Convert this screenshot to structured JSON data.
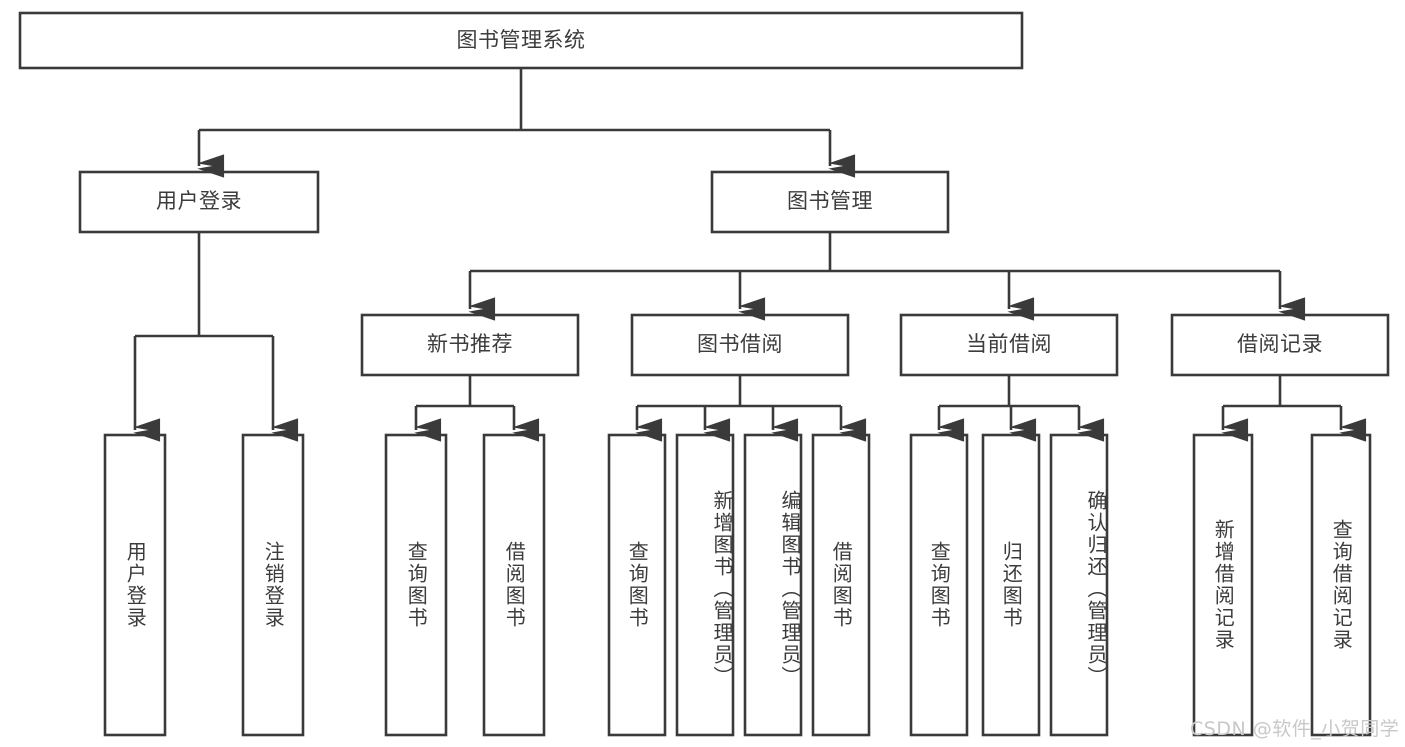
{
  "diagram": {
    "title": "图书管理系统",
    "type": "tree-hierarchy",
    "background_color": "#ffffff",
    "line_color": "#3a3a3a",
    "text_color": "#3c3c3c",
    "nodes": {
      "root": {
        "label": "图书管理系统"
      },
      "l1": [
        {
          "label": "用户登录"
        },
        {
          "label": "图书管理"
        }
      ],
      "l2": [
        {
          "label": "新书推荐"
        },
        {
          "label": "图书借阅"
        },
        {
          "label": "当前借阅"
        },
        {
          "label": "借阅记录"
        }
      ],
      "leaves": [
        {
          "label": "用户登录",
          "parent": "用户登录"
        },
        {
          "label": "注销登录",
          "parent": "用户登录"
        },
        {
          "label": "查询图书",
          "parent": "新书推荐"
        },
        {
          "label": "借阅图书",
          "parent": "新书推荐"
        },
        {
          "label": "查询图书",
          "parent": "图书借阅"
        },
        {
          "label": "新增图书（管理员）",
          "parent": "图书借阅"
        },
        {
          "label": "编辑图书（管理员）",
          "parent": "图书借阅"
        },
        {
          "label": "借阅图书",
          "parent": "图书借阅"
        },
        {
          "label": "查询图书",
          "parent": "当前借阅"
        },
        {
          "label": "归还图书",
          "parent": "当前借阅"
        },
        {
          "label": "确认归还（管理员）",
          "parent": "当前借阅"
        },
        {
          "label": "新增借阅记录",
          "parent": "借阅记录"
        },
        {
          "label": "查询借阅记录",
          "parent": "借阅记录"
        }
      ]
    }
  },
  "watermark": {
    "text": "CSDN @软件_小贺同学"
  }
}
